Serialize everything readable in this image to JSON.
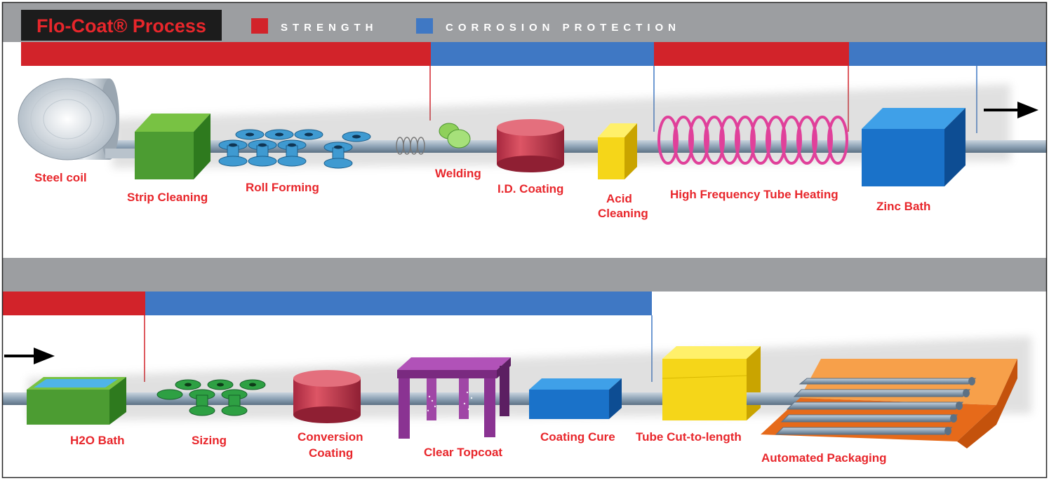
{
  "header": {
    "title": "Flo-Coat® Process",
    "legend": [
      {
        "label": "STRENGTH",
        "color": "#d2232a"
      },
      {
        "label": "CORROSION PROTECTION",
        "color": "#3f78c4"
      }
    ]
  },
  "colors": {
    "strength": "#d2232a",
    "corrosion": "#3f78c4",
    "band": "#9c9ea1",
    "label": "#e8262b",
    "pipe": "#8ea3b6"
  },
  "row1": {
    "stages": [
      "Steel coil",
      "Strip Cleaning",
      "Roll Forming",
      "Welding",
      "I.D. Coating",
      "Acid Cleaning",
      "High Frequency Tube Heating",
      "Zinc Bath"
    ],
    "acid_line1": "Acid",
    "acid_line2": "Cleaning",
    "arrow": "right-arrow-icon"
  },
  "row2": {
    "stages": [
      "H2O Bath",
      "Sizing",
      "Conversion Coating",
      "Clear Topcoat",
      "Coating Cure",
      "Tube Cut-to-length",
      "Automated Packaging"
    ],
    "conv_line1": "Conversion",
    "conv_line2": "Coating",
    "arrow": "right-arrow-icon"
  }
}
